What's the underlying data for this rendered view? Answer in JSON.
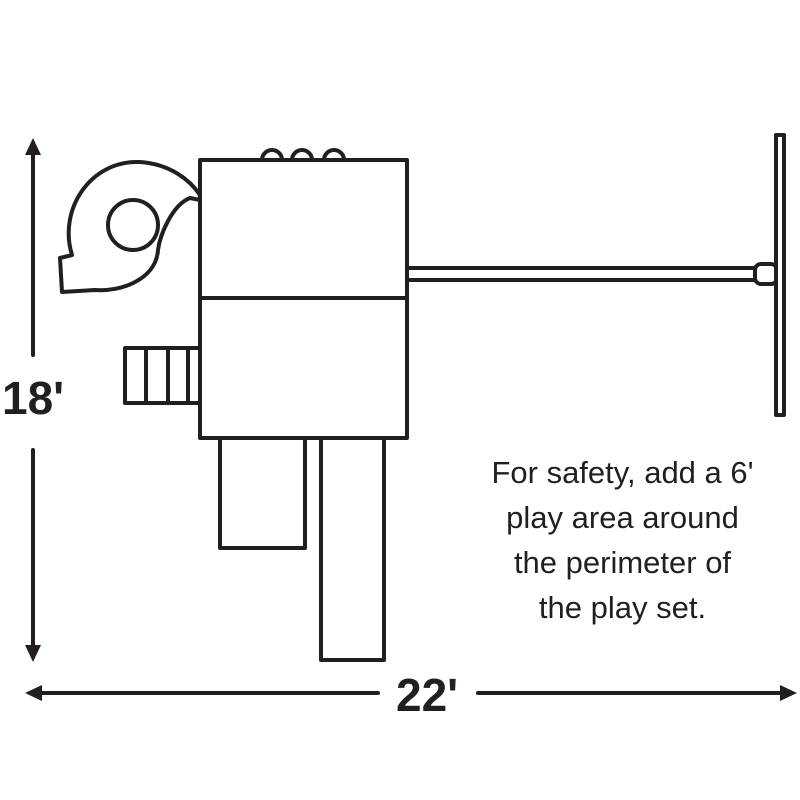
{
  "dimensions": {
    "height_label": "18'",
    "width_label": "22'"
  },
  "note": {
    "line1": "For safety, add a 6'",
    "line2": "play area around",
    "line3": "the perimeter of",
    "line4": "the play set."
  },
  "colors": {
    "stroke": "#231f20",
    "background": "#ffffff"
  }
}
